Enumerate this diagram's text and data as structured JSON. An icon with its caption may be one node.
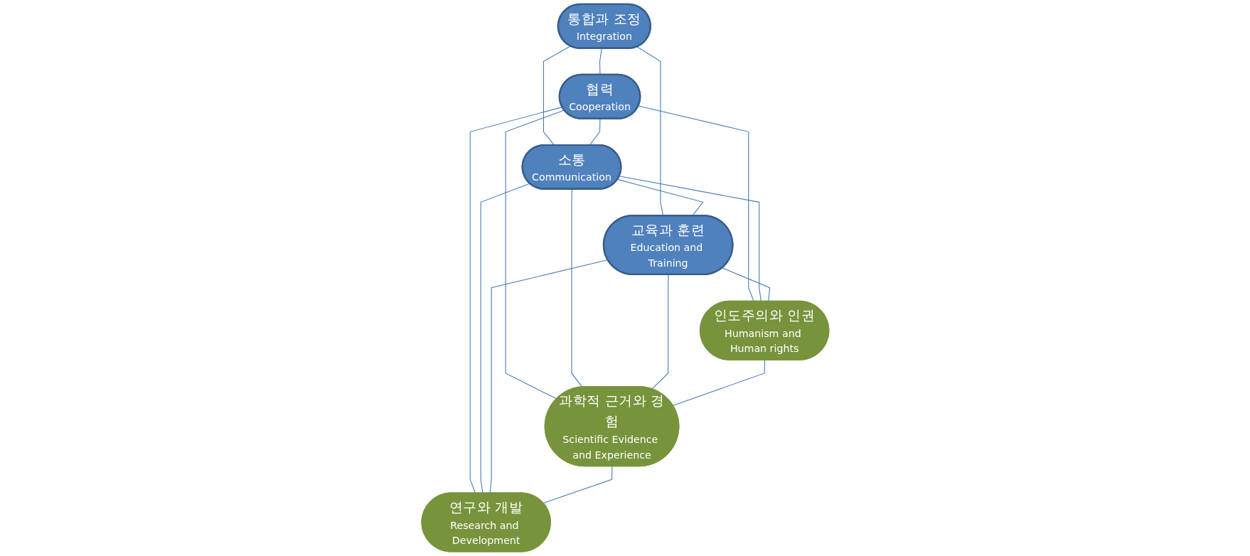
{
  "diagram": {
    "nodes": [
      {
        "text": [
          "통합과 조정",
          "Integration"
        ]
      },
      {
        "text": [
          "협력",
          "Cooperation"
        ]
      },
      {
        "text": [
          "소통",
          "Communication"
        ]
      },
      {
        "text": [
          "교육과 훈련",
          "Education and Training"
        ]
      },
      {
        "text": [
          "인도주의와 인권",
          "Humanism and Human rights"
        ]
      },
      {
        "text": [
          "과학적 근거와 경험",
          "Scientific Evidence and Experience"
        ]
      },
      {
        "text": [
          "연구와 개발",
          "Research and Development"
        ]
      }
    ],
    "edges": [
      {
        "from": 0,
        "to": 1,
        "arrow": "none"
      },
      {
        "from": 0,
        "to": 2,
        "arrow": "none"
      },
      {
        "from": 0,
        "to": 3,
        "arrow": "none"
      },
      {
        "from": 1,
        "to": 2,
        "arrow": "none"
      },
      {
        "from": 2,
        "to": 3,
        "arrow": "none"
      },
      {
        "from": 1,
        "to": 4,
        "arrow": "none"
      },
      {
        "from": 1,
        "to": 5,
        "arrow": "none"
      },
      {
        "from": 1,
        "to": 6,
        "arrow": "none"
      },
      {
        "from": 2,
        "to": 4,
        "arrow": "none"
      },
      {
        "from": 2,
        "to": 5,
        "arrow": "none"
      },
      {
        "from": 2,
        "to": 6,
        "arrow": "none"
      },
      {
        "from": 3,
        "to": 4,
        "arrow": "none"
      },
      {
        "from": 3,
        "to": 5,
        "arrow": "none"
      },
      {
        "from": 3,
        "to": 6,
        "arrow": "none"
      },
      {
        "from": 4,
        "to": 5,
        "arrow": "none"
      },
      {
        "from": 5,
        "to": 6,
        "arrow": "none"
      }
    ]
  }
}
